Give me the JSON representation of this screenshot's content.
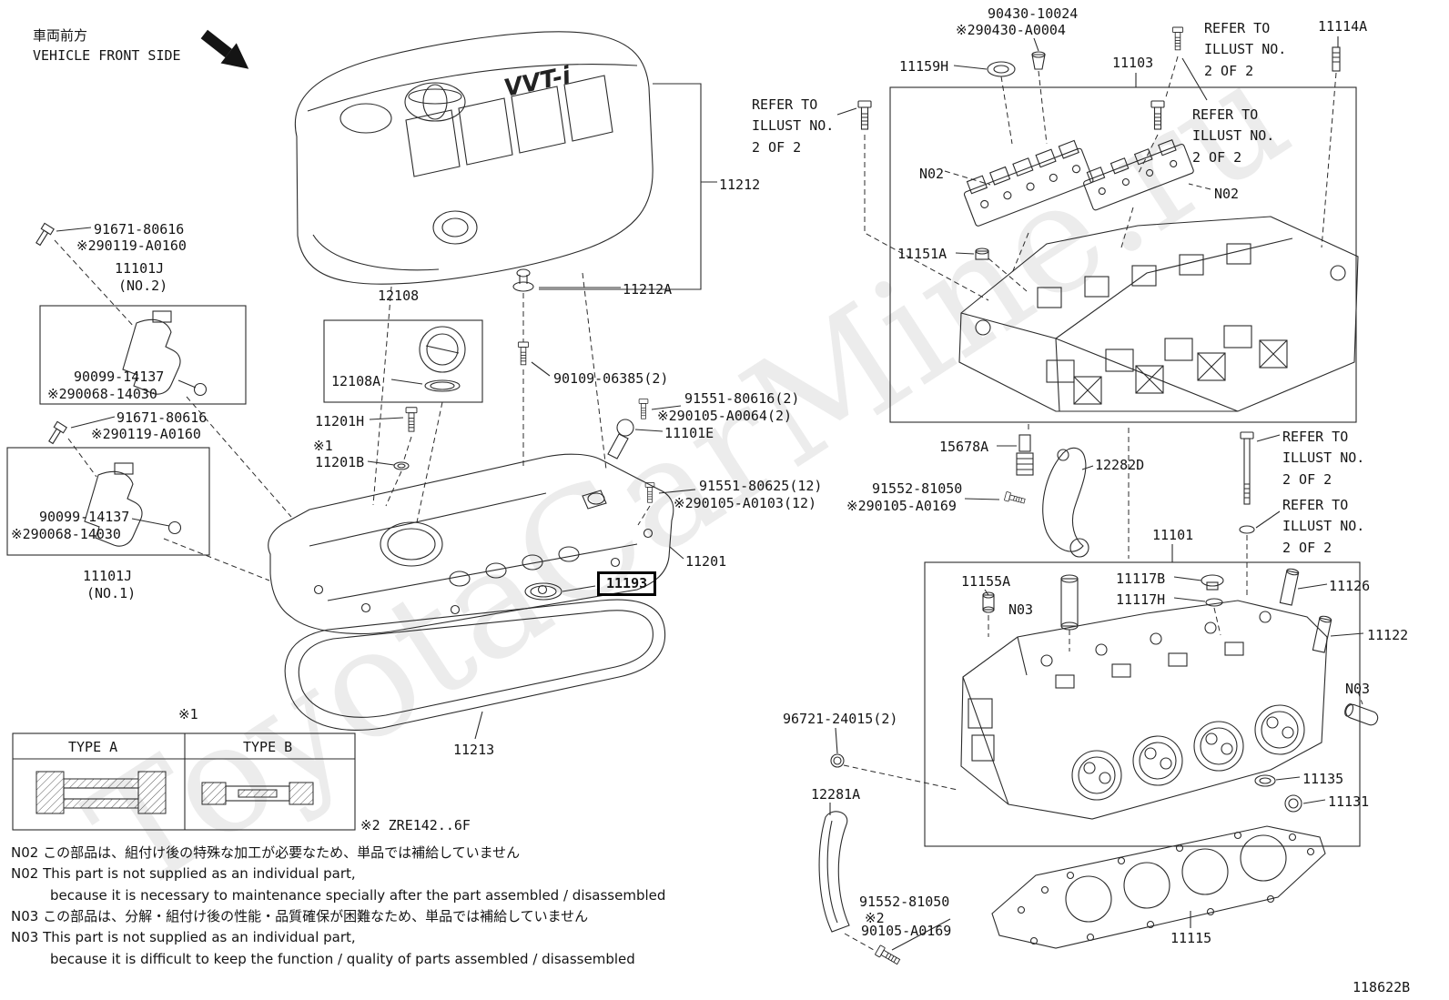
{
  "front": {
    "jp": "車両前方",
    "en": "VEHICLE FRONT SIDE"
  },
  "watermark": "ToyotaCarMine.ru",
  "code": "118622B",
  "refer": "REFER TO\nILLUST NO.\n2 OF 2",
  "vvti": "VVT-i",
  "labels": {
    "p90430": "90430-10024",
    "p90430s": "※290430-A0004",
    "p11159H": "11159H",
    "p11103": "11103",
    "p11114A": "11114A",
    "n02": "N02",
    "n03": "N03",
    "p11151A": "11151A",
    "p11212": "11212",
    "p11212A": "11212A",
    "p91671": "91671-80616",
    "p90119s": "※290119-A0160",
    "p11101J": "11101J",
    "no2": "(NO.2)",
    "no1": "(NO.1)",
    "p90099": "90099-14137",
    "p90068s": "※290068-14030",
    "p12108": "12108",
    "p12108A": "12108A",
    "p90109": "90109-06385(2)",
    "p91551a": "91551-80616(2)",
    "p90105a": "※290105-A0064(2)",
    "p11101E": "11101E",
    "p11201H": "11201H",
    "p11201B": "11201B",
    "p91551b": "91551-80625(12)",
    "p90105b": "※290105-A0103(12)",
    "p91552": "91552-81050",
    "p90105c": "※290105-A0169",
    "p15678A": "15678A",
    "p12282D": "12282D",
    "p11101": "11101",
    "p11201": "11201",
    "p11193": "11193",
    "p11155A": "11155A",
    "p11117B": "11117B",
    "p11117H": "11117H",
    "p11126": "11126",
    "p11122": "11122",
    "p96721": "96721-24015(2)",
    "p11213": "11213",
    "p12281A": "12281A",
    "p11135": "11135",
    "p11131": "11131",
    "k2": "※2",
    "p90105d": "90105-A0169",
    "p11115": "11115"
  },
  "table": {
    "k1": "※1",
    "type_a": "TYPE A",
    "type_b": "TYPE B",
    "variant": "※2 ZRE142..6F"
  },
  "notes": {
    "n02_jp": "N02 この部品は、組付け後の特殊な加工が必要なため、単品では補給していません",
    "n02_en1": "N02 This part is not supplied as an individual part,",
    "n02_en2": "because it is necessary to maintenance specially after the part assembled / disassembled",
    "n03_jp": "N03 この部品は、分解・組付け後の性能・品質確保が困難なため、単品では補給していません",
    "n03_en1": "N03 This part is not supplied as an individual part,",
    "n03_en2": "because it is difficult to keep the function / quality of parts assembled / disassembled"
  }
}
